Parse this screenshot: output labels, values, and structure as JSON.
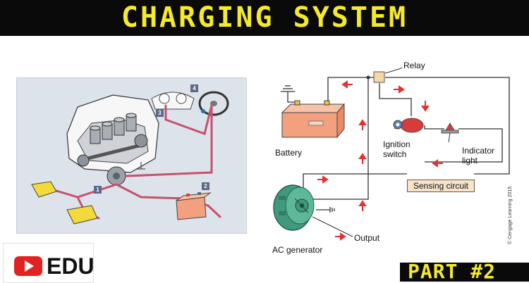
{
  "banner": {
    "title": "CHARGING SYSTEM"
  },
  "left_diagram": {
    "callouts": [
      "1",
      "2",
      "3",
      "4"
    ]
  },
  "right_diagram": {
    "labels": {
      "relay": "Relay",
      "battery": "Battery",
      "ignition": "Ignition\nswitch",
      "indicator": "Indicator\nlight",
      "sensing": "Sensing circuit",
      "generator": "AC generator",
      "output": "Output"
    },
    "copyright": "© Cengage Learning 2015"
  },
  "brand": {
    "edu": "EDU"
  },
  "part": {
    "label": "PART #2"
  },
  "colors": {
    "banner_text": "#f4ea2a",
    "wire_pink": "#c8506e",
    "battery": "#f3a07e",
    "generator": "#3f9a7d",
    "arrow": "#e53030"
  }
}
